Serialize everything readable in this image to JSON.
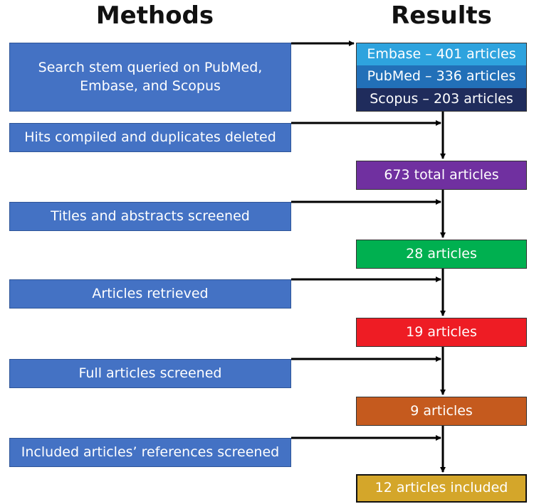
{
  "headings": {
    "methods": "Methods",
    "results": "Results"
  },
  "methods": [
    "Search stem queried on PubMed, Embase, and Scopus",
    "Hits compiled and duplicates deleted",
    "Titles and abstracts screened",
    "Articles retrieved",
    "Full articles screened",
    "Included articles’ references screened"
  ],
  "databases": [
    {
      "label": "Embase – 401 articles",
      "color": "#2ea3de"
    },
    {
      "label": "PubMed – 336 articles",
      "color": "#2270b8"
    },
    {
      "label": "Scopus – 203 articles",
      "color": "#1f2c5c"
    }
  ],
  "results": [
    {
      "label": "673 total articles",
      "color": "#7030a0"
    },
    {
      "label": "28 articles",
      "color": "#00b050"
    },
    {
      "label": "19 articles",
      "color": "#ee1c24"
    },
    {
      "label": "9 articles",
      "color": "#c55a1e"
    },
    {
      "label": "12 articles included",
      "color": "#d4a62a"
    }
  ]
}
